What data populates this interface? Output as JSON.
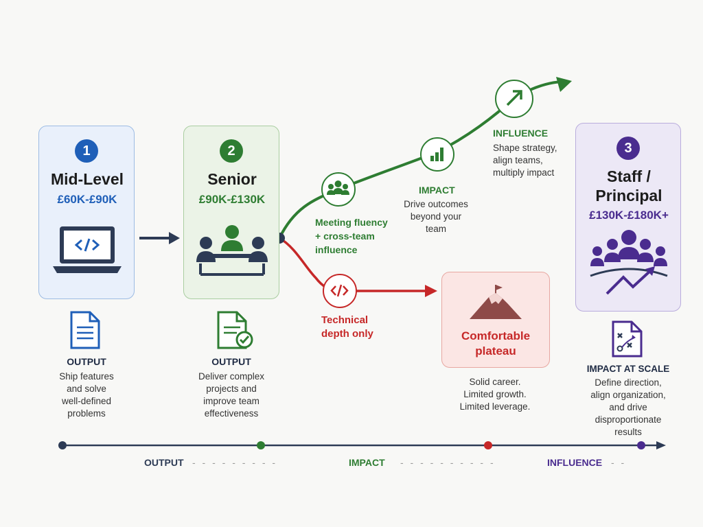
{
  "colors": {
    "blue": "#1f5fb8",
    "green": "#2e7d32",
    "red": "#c62828",
    "purple": "#4a2c8f",
    "navy": "#2d3b55"
  },
  "stages": {
    "mid": {
      "number": "1",
      "title": "Mid-Level",
      "salary": "£60K-£90K"
    },
    "senior": {
      "number": "2",
      "title": "Senior",
      "salary": "£90K-£130K"
    },
    "staff": {
      "number": "3",
      "title_line1": "Staff /",
      "title_line2": "Principal",
      "salary": "£130K-£180K+"
    }
  },
  "outputs": {
    "mid": {
      "heading": "OUTPUT",
      "lines": [
        "Ship features",
        "and solve",
        "well-defined",
        "problems"
      ]
    },
    "senior": {
      "heading": "OUTPUT",
      "lines": [
        "Deliver complex",
        "projects and",
        "improve team",
        "effectiveness"
      ]
    },
    "staff": {
      "heading": "IMPACT AT SCALE",
      "lines": [
        "Define direction,",
        "align organization,",
        "and drive",
        "disproportionate",
        "results"
      ]
    }
  },
  "growth_path": {
    "meeting": [
      "Meeting fluency",
      "+ cross-team",
      "influence"
    ],
    "impact": {
      "heading": "IMPACT",
      "lines": [
        "Drive outcomes",
        "beyond your",
        "team"
      ]
    },
    "influence": {
      "heading": "INFLUENCE",
      "lines": [
        "Shape strategy,",
        "align teams,",
        "multiply impact"
      ]
    }
  },
  "plateau_path": {
    "technical": [
      "Technical",
      "depth only"
    ],
    "plateau_title": [
      "Comfortable",
      "plateau"
    ],
    "plateau_desc": [
      "Solid career.",
      "Limited growth.",
      "Limited leverage."
    ]
  },
  "timeline": {
    "output": "OUTPUT",
    "impact": "IMPACT",
    "influence": "INFLUENCE"
  },
  "icons": [
    "laptop-code-icon",
    "team-meeting-icon",
    "group-icon",
    "bar-chart-icon",
    "arrow-up-right-icon",
    "code-icon",
    "mountain-flag-icon",
    "crowd-growth-icon",
    "document-icon",
    "document-check-icon",
    "strategy-document-icon"
  ]
}
